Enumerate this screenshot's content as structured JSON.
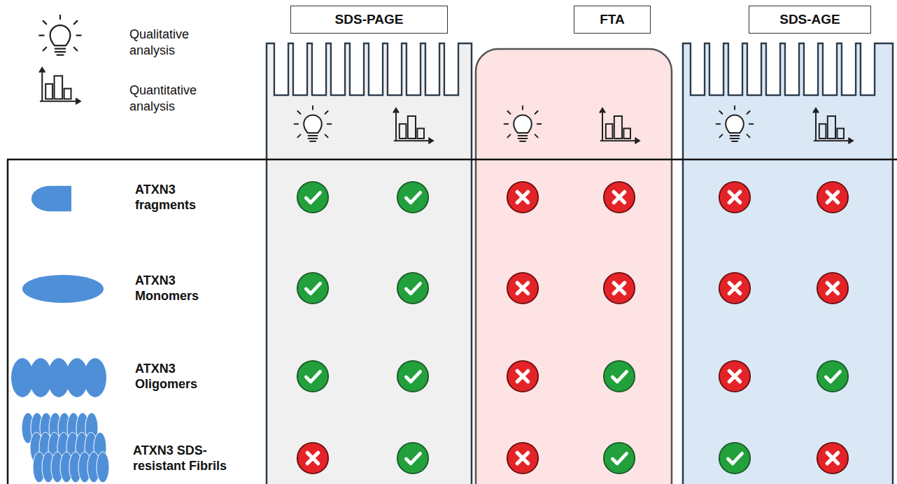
{
  "diagram": {
    "nodes": [
      {
        "text": [
          "SDS-PAGE"
        ]
      },
      {
        "text": [
          "FTA"
        ]
      },
      {
        "text": [
          "SDS-AGE"
        ]
      }
    ],
    "labels": [
      "Qualitative analysis",
      "Quantitative analysis",
      "ATXN3 fragments",
      "ATXN3 Monomers",
      "ATXN3 Oligomers",
      "ATXN3 SDS-resistant Fibrils"
    ]
  }
}
